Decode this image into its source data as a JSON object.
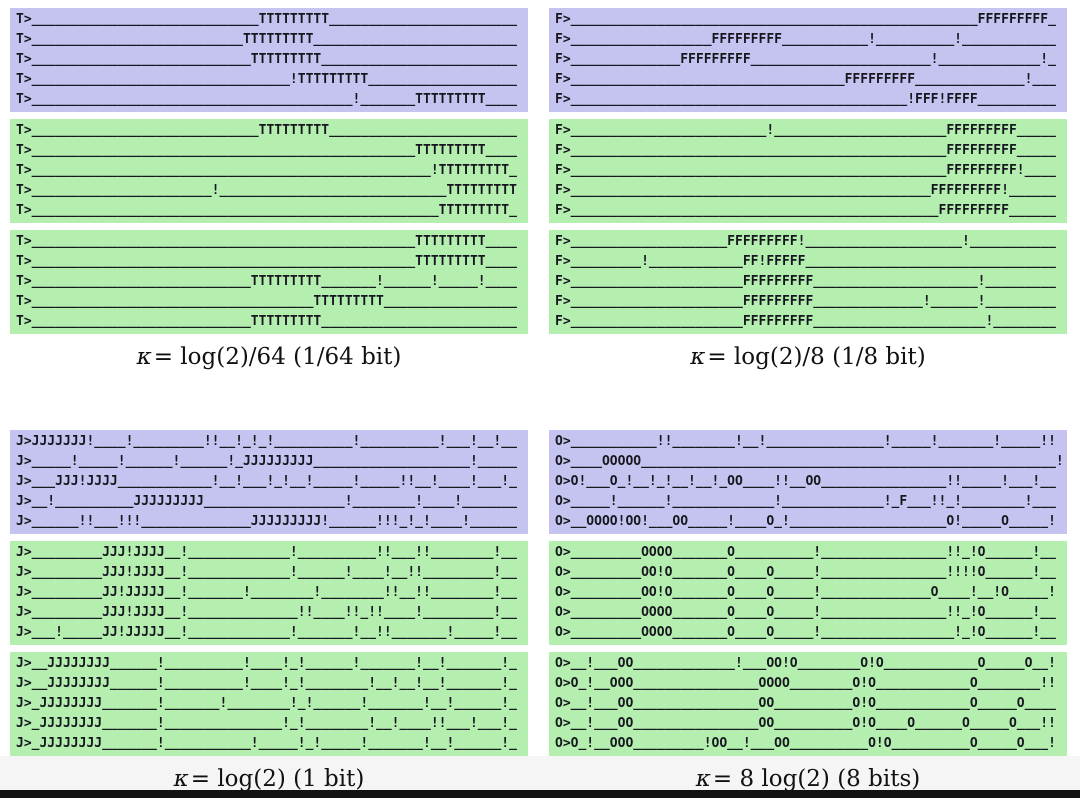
{
  "figure": {
    "colors": {
      "purple_block": "#c5c3ef",
      "green_block": "#b4efb0",
      "sequence_text": "#16161e",
      "caption_text": "#111111",
      "bottom_bar": "#131313"
    },
    "panels": [
      {
        "caption": {
          "symbol": "κ",
          "formula": "= log(2)/64 (1/64 bit)"
        },
        "blocks": [
          {
            "style": "purple",
            "lines": [
              "T>_____________________________TTTTTTTTT________________________",
              "T>___________________________TTTTTTTTT__________________________",
              "T>____________________________TTTTTTTTT_________________________",
              "T>_________________________________!TTTTTTTTT___________________",
              "T>_________________________________________!_______TTTTTTTTT____"
            ]
          },
          {
            "style": "green",
            "lines": [
              "T>_____________________________TTTTTTTTT________________________",
              "T>_________________________________________________TTTTTTTTT____",
              "T>___________________________________________________!TTTTTTTTT_",
              "T>_______________________!_____________________________TTTTTTTTT",
              "T>____________________________________________________TTTTTTTTT_"
            ]
          },
          {
            "style": "green",
            "lines": [
              "T>_________________________________________________TTTTTTTTT____",
              "T>_________________________________________________TTTTTTTTT____",
              "T>____________________________TTTTTTTTT_______!______!_____!____",
              "T>____________________________________TTTTTTTTT_________________",
              "T>____________________________TTTTTTTTT_________________________"
            ]
          }
        ]
      },
      {
        "caption": {
          "symbol": "κ",
          "formula": "= log(2)/8 (1/8 bit)"
        },
        "blocks": [
          {
            "style": "purple",
            "lines": [
              "F>____________________________________________________FFFFFFFFF_",
              "F>__________________FFFFFFFFF___________!__________!____________",
              "F>______________FFFFFFFFF_______________________!_____________!_",
              "F>___________________________________FFFFFFFFF______________!___",
              "F>___________________________________________!FFF!FFFF__________"
            ]
          },
          {
            "style": "green",
            "lines": [
              "F>_________________________!______________________FFFFFFFFF_____",
              "F>________________________________________________FFFFFFFFF_____",
              "F>________________________________________________FFFFFFFFF!____",
              "F>______________________________________________FFFFFFFFF!______",
              "F>_______________________________________________FFFFFFFFF______"
            ]
          },
          {
            "style": "green",
            "lines": [
              "F>____________________FFFFFFFFF!____________________!___________",
              "F>_________!____________FF!FFFFF________________________________",
              "F>______________________FFFFFFFFF_____________________!_________",
              "F>______________________FFFFFFFFF______________!______!_________",
              "F>______________________FFFFFFFFF______________________!________"
            ]
          }
        ]
      },
      {
        "caption": {
          "symbol": "κ",
          "formula": "= log(2) (1 bit)"
        },
        "blocks": [
          {
            "style": "purple",
            "lines": [
              "J>JJJJJJJ!____!_________!!__!_!_!__________!__________!___!__!__",
              "J>_____!_____!______!______!_JJJJJJJJJ____________________!_____",
              "J>___JJJ!JJJJ____________!__!___!_!__!_____!_____!!__!____!___!_",
              "J>__!__________JJJJJJJJJ__________________!________!____!_______",
              "J>______!!___!!!______________JJJJJJJJJ!______!!!_!_!____!______"
            ]
          },
          {
            "style": "green",
            "lines": [
              "J>_________JJJ!JJJJ__!_____________!__________!!___!!________!__",
              "J>_________JJJ!JJJJ__!_____________!______!____!__!!_________!__",
              "J>_________JJ!JJJJJ__!_______!________!________!!__!!________!__",
              "J>_________JJJ!JJJJ__!______________!!____!!_!!____!_________!__",
              "J>___!_____JJ!JJJJJ__!_____________!_______!__!!_______!_____!__"
            ]
          },
          {
            "style": "green",
            "lines": [
              "J>__JJJJJJJJ______!__________!____!_!______!_______!__!_______!_",
              "J>__JJJJJJJJ______!__________!____!_!________!__!__!__!_______!_",
              "J>_JJJJJJJJ_______!_______!________!_!______!_______!__!______!_",
              "J>_JJJJJJJJ_______!_______________!_!________!__!____!!___!___!_",
              "J>_JJJJJJJJ_______!___________!_____!_!_____!_______!__!______!_"
            ]
          }
        ]
      },
      {
        "caption": {
          "symbol": "κ",
          "formula": "= 8 log(2) (8 bits)"
        },
        "blocks": [
          {
            "style": "purple",
            "lines": [
              "O>___________!!________!__!_______________!_____!_______!_____!!",
              "O>____OOOOO_____________________________________________________!",
              "O>O!___O_!__!_!__!__!_OO____!!__OO________________!!_____!___!__",
              "O>_____!______!_____________!_____________!_F___!!_!________!___",
              "O>__OOOO!OO!___OO_____!____O_!____________________O!_____O_____!"
            ]
          },
          {
            "style": "green",
            "lines": [
              "O>_________OOOO_______O__________!________________!!_!O______!__",
              "O>_________OO!O_______O____O_____!________________!!!!O______!__",
              "O>_________OO!O_______O____O_____!______________O____!__!O_____!",
              "O>_________OOOO_______O____O_____!________________!!_!O______!__",
              "O>_________OOOO_______O____O_____!_________________!_!O______!__"
            ]
          },
          {
            "style": "green",
            "lines": [
              "O>__!___OO_____________!___OO!O________O!O____________O_____O__!",
              "O>O_!__OOO________________OOOO________O!O____________O________!!",
              "O>__!___OO________________OO__________O!O____________O_____O____",
              "O>__!___OO________________OO__________O!O____O______O_____O___!!",
              "O>O_!__OOO_________!OO__!___OO__________O!O__________O_____O___!"
            ]
          }
        ]
      }
    ]
  }
}
